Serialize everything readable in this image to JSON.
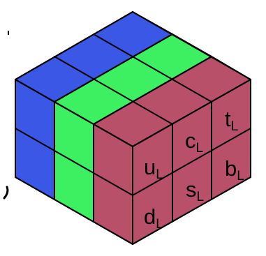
{
  "colors": {
    "blue": "#3a57e6",
    "green": "#3cf062",
    "red": "#b8506a",
    "line": "#000000",
    "background": "#ffffff"
  },
  "top_rows": [
    "blue",
    "green",
    "red"
  ],
  "left_columns": [
    "blue",
    "green"
  ],
  "labels": {
    "u": {
      "main": "u",
      "sub": "L"
    },
    "c": {
      "main": "c",
      "sub": "L"
    },
    "t": {
      "main": "t",
      "sub": "L"
    },
    "d": {
      "main": "d",
      "sub": "L"
    },
    "s": {
      "main": "s",
      "sub": "L"
    },
    "b": {
      "main": "b",
      "sub": "L"
    }
  }
}
